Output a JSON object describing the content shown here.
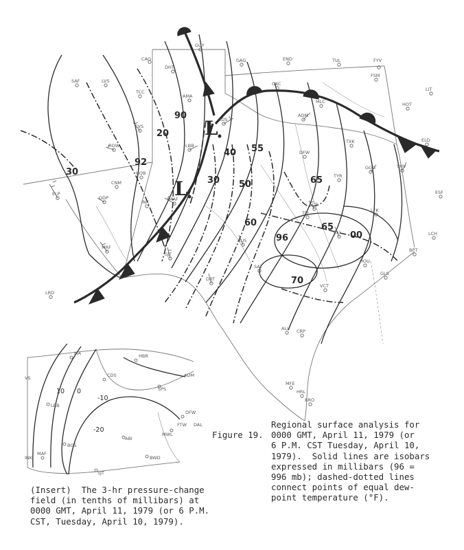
{
  "figure": {
    "label": "Figure 19.",
    "caption_lines": [
      "Regional surface analysis for",
      "0000 GMT, April 11, 1979 (or",
      "6 P.M. CST Tuesday, April 10,",
      "1979).  Solid lines are isobars",
      "expressed in millibars (96 =",
      "996 mb); dashed-dotted lines",
      "connect points of equal dew-",
      "point temperature (°F)."
    ]
  },
  "insert": {
    "caption_lines": [
      "(Insert)  The 3-hr pressure-change",
      "field (in tenths of millibars) at",
      "0000 GMT, April 11, 1979 (or 6 P.M.",
      "CST, Tuesday, April 10, 1979)."
    ],
    "contour_labels": [
      "10",
      "0",
      "-10",
      "-20"
    ],
    "stations": [
      "MA",
      "HBR",
      "CDS",
      "ADM",
      "SPS",
      "DFW",
      "FTW",
      "DAL",
      "MWL",
      "ABI",
      "BWD",
      "LBB",
      "BGS",
      "MAF",
      "SJT",
      "VS",
      "INK"
    ]
  },
  "map": {
    "lows": [
      "L",
      "L"
    ],
    "isobar_labels": [
      "90",
      "92",
      "96",
      "00"
    ],
    "dewpoint_labels": [
      "20",
      "30",
      "30",
      "40",
      "50",
      "55",
      "60",
      "65",
      "65",
      "70"
    ],
    "stations": [
      "CAO",
      "DHT",
      "GUY",
      "GAG",
      "END",
      "TUL",
      "FYV",
      "FSM",
      "LIT",
      "HOT",
      "SAF",
      "LVS",
      "TCC",
      "AMA",
      "OKC",
      "MLC",
      "ELD",
      "CVS",
      "CDS",
      "ADM",
      "TXK",
      "SHV",
      "ROW",
      "LBB",
      "DFW",
      "TYR",
      "GGG",
      "CNM",
      "HOB",
      "ELP",
      "GDP",
      "INK",
      "MAF",
      "ACT",
      "TPL",
      "LFK",
      "ESF",
      "MRF",
      "SJT",
      "AUS",
      "CLL",
      "BPT",
      "LCH",
      "DRT",
      "SAT",
      "HOU",
      "VCT",
      "GLS",
      "CRP",
      "ALI",
      "LRD",
      "HRL",
      "BRO",
      "MFE"
    ]
  }
}
